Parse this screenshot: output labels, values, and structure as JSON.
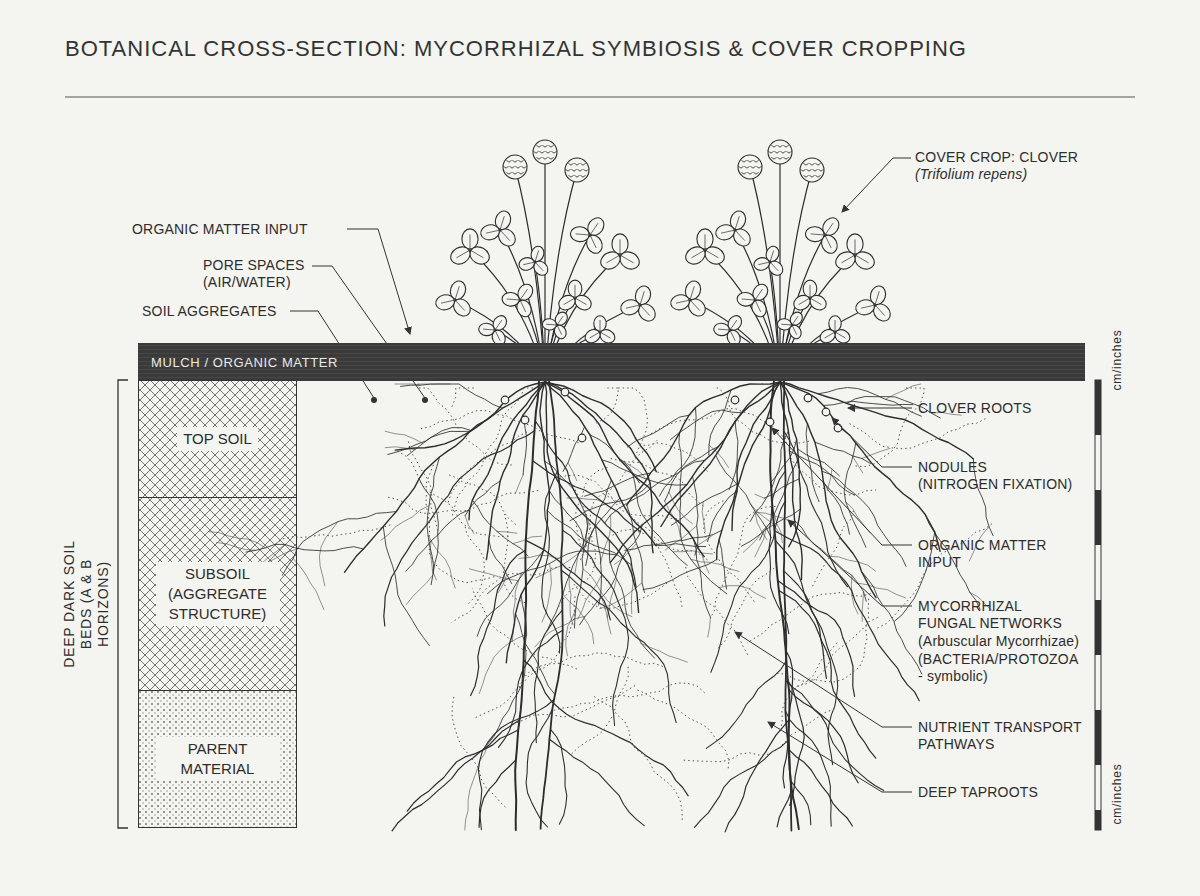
{
  "diagram": {
    "title": "BOTANICAL CROSS-SECTION: MYCORRHIZAL SYMBIOSIS & COVER CROPPING",
    "nodes": [
      {
        "text": [
          "MULCH / ORGANIC MATTER"
        ]
      },
      {
        "text": [
          "TOP SOIL"
        ]
      },
      {
        "text": [
          "SUBSOIL (AGGREGATE STRUCTURE)"
        ]
      },
      {
        "text": [
          "PARENT MATERIAL"
        ]
      }
    ],
    "labels": [
      "ORGANIC MATTER INPUT",
      "PORE SPACES (AIR/WATER)",
      "SOIL AGGREGATES",
      "COVER CROP: CLOVER",
      "(Trifolium repens)",
      "CLOVER ROOTS",
      "NODULES",
      "(NITROGEN FIXATION)",
      "ORGANIC MATTER INPUT",
      "MYCORRHIZAL FUNGAL NETWORKS",
      "(Arbuscular Mycorrhizae)",
      "(BACTERIA/PROTOZOA - symbolic)",
      "NUTRIENT TRANSPORT PATHWAYS",
      "DEEP TAPROOTS",
      "DEEP DARK SOIL BEDS (A & B HORIZONS)",
      "cm/inches",
      "cm/inches"
    ]
  }
}
